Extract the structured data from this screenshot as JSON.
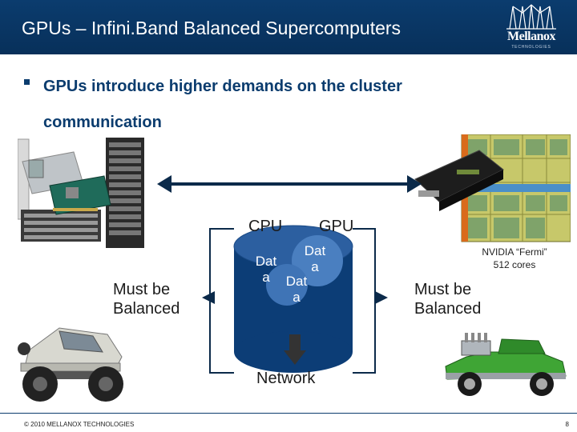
{
  "header": {
    "title": "GPUs – Infini.Band Balanced Supercomputers",
    "logo_name": "Mellanox",
    "logo_tagline": "TECHNOLOGIES"
  },
  "bullet": {
    "line1": "GPUs introduce higher demands on the cluster",
    "line2": "communication"
  },
  "diagram": {
    "cpu_label": "CPU",
    "gpu_label": "GPU",
    "data_left": [
      "Dat",
      "a"
    ],
    "data_right": [
      "Dat",
      "a"
    ],
    "data_bottom": [
      "Dat",
      "a"
    ],
    "network_label": "Network",
    "left_note": [
      "Must be",
      "Balanced"
    ],
    "right_note": [
      "Must be",
      "Balanced"
    ]
  },
  "gpu_caption": [
    "NVIDIA “Fermi”",
    "512 cores"
  ],
  "footer": {
    "copyright": "© 2010 MELLANOX TECHNOLOGIES",
    "page_number": "8"
  },
  "colors": {
    "header_bg": "#0b3c6e",
    "accent": "#0b3c6e",
    "cylinder": "#0c3d76",
    "cylinder_top": "#2c5fa0",
    "gpu_circle": "#4a7fc0"
  }
}
